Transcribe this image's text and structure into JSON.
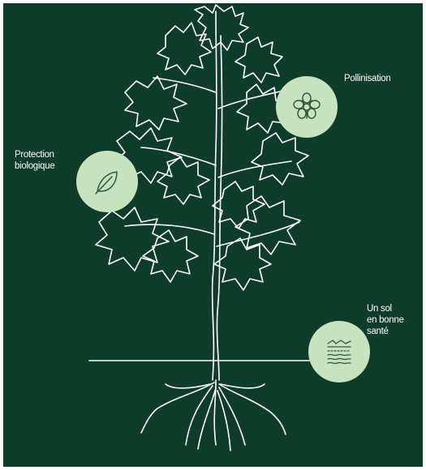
{
  "colors": {
    "background": "#0e3b2a",
    "line": "#ffffff",
    "badge_fill": "#c8e3c0",
    "icon_stroke": "#2d5a3e"
  },
  "labels": {
    "pollination": "Pollinisation",
    "protection": "Protection\nbiologique",
    "soil": "Un sol\nen bonne\nsanté"
  },
  "icons": {
    "pollination": "orchid-bee-icon",
    "protection": "leaf-icon",
    "soil": "soil-layers-icon"
  }
}
